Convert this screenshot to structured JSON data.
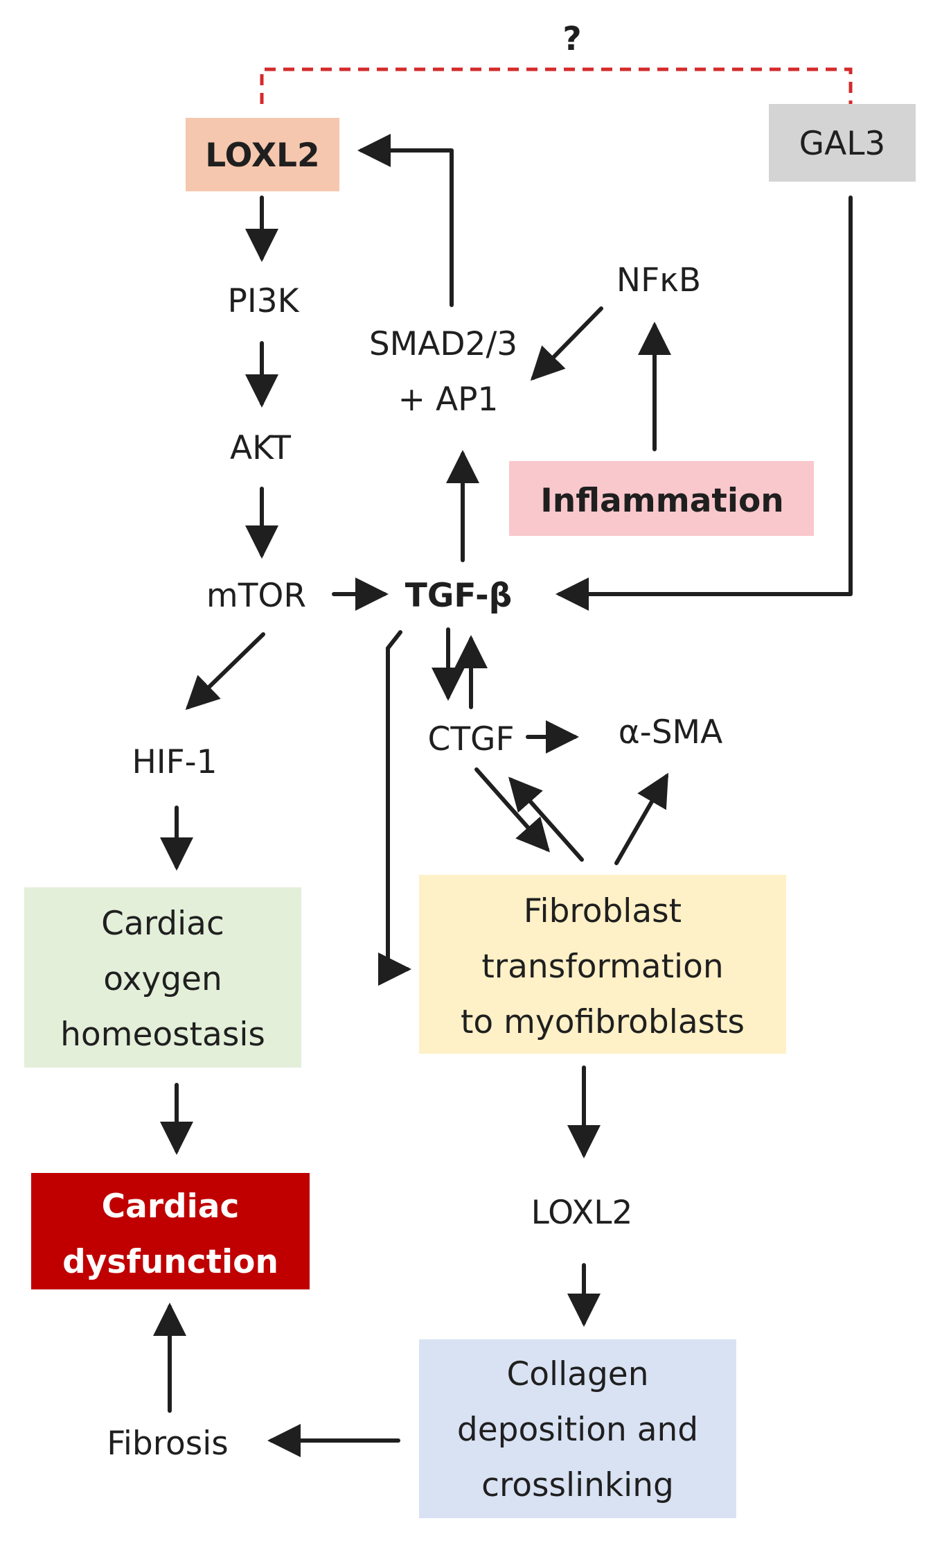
{
  "nodes": {
    "question_mark": "?",
    "loxl2_top": "LOXL2",
    "gal3": "GAL3",
    "pi3k": "PI3K",
    "nfkb": "NFκB",
    "smad_line1": "SMAD2/3",
    "smad_line2": "+ AP1",
    "akt": "AKT",
    "inflammation": "Inflammation",
    "mtor": "mTOR",
    "tgfb": "TGF-β",
    "hif1": "HIF-1",
    "ctgf": "CTGF",
    "asma": "α-SMA",
    "cardiac_oxygen": [
      "Cardiac",
      "oxygen",
      "homeostasis"
    ],
    "fibroblast": [
      "Fibroblast",
      "transformation",
      "to myofibroblasts"
    ],
    "loxl2_bottom": "LOXL2",
    "cardiac_dysfunction": [
      "Cardiac",
      "dysfunction"
    ],
    "collagen": [
      "Collagen",
      "deposition and",
      "crosslinking"
    ],
    "fibrosis": "Fibrosis"
  },
  "colors": {
    "loxl2_box": "#f5c7ae",
    "gal3_box": "#d4d4d4",
    "inflammation_box": "#f9c8cc",
    "cardiac_oxygen_box": "#e3efd9",
    "fibroblast_box": "#fef0c7",
    "cardiac_dysfunction_box": "#c00000",
    "collagen_box": "#d9e2f3",
    "dashed_link": "#d42a2a",
    "arrow": "#1f1f1f"
  }
}
